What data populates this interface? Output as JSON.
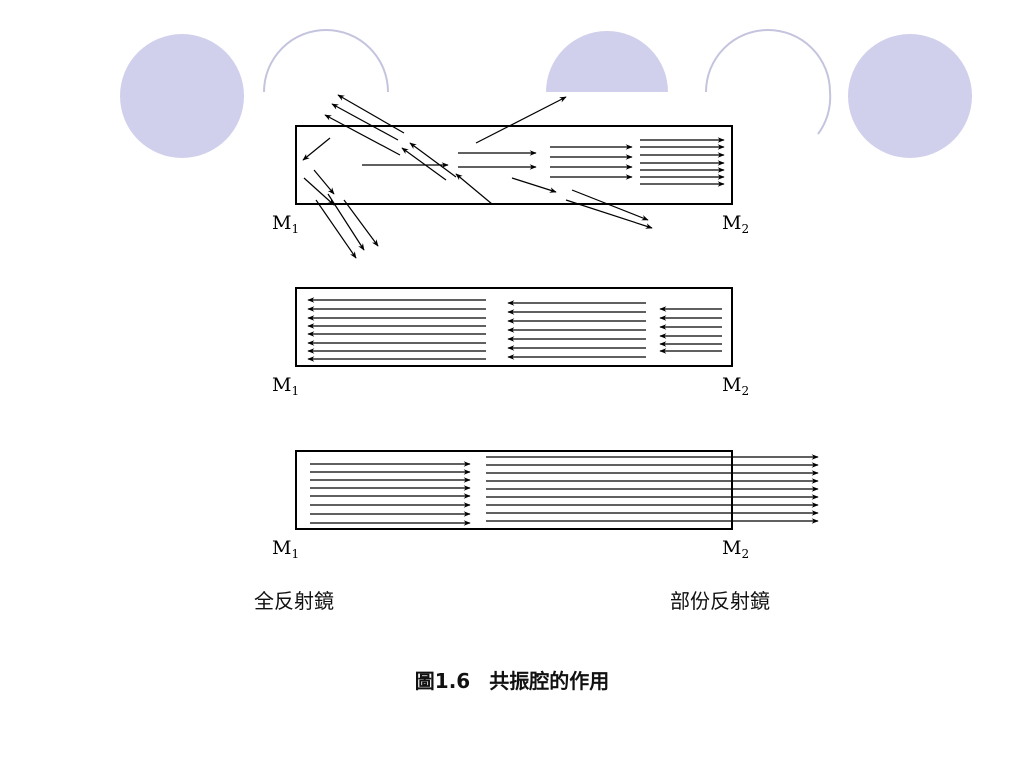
{
  "slide": {
    "deco_color": "#d0d0ec",
    "deco_outline_color": "#c4c4de"
  },
  "figure": {
    "panels": [
      {
        "left_mirror": {
          "letter": "M",
          "subscript": "1"
        },
        "right_mirror": {
          "letter": "M",
          "subscript": "2"
        }
      },
      {
        "left_mirror": {
          "letter": "M",
          "subscript": "1"
        },
        "right_mirror": {
          "letter": "M",
          "subscript": "2"
        }
      },
      {
        "left_mirror": {
          "letter": "M",
          "subscript": "1"
        },
        "right_mirror": {
          "letter": "M",
          "subscript": "2"
        }
      }
    ],
    "left_caption": "全反射鏡",
    "right_caption": "部份反射鏡",
    "title_number": "圖1.6",
    "title_text": "共振腔的作用"
  }
}
